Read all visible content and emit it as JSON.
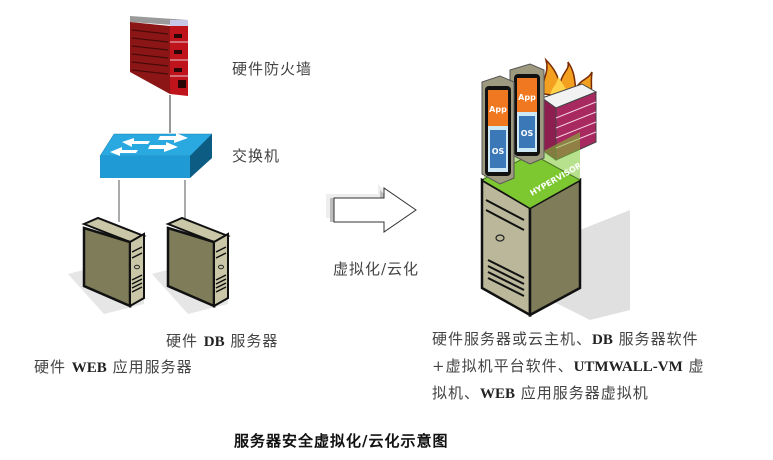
{
  "diagram": {
    "title": "服务器安全虚拟化/云化示意图",
    "left": {
      "firewall_label": "硬件防火墙",
      "switch_label": "交换机",
      "db_server_label": {
        "prefix": "硬件 ",
        "emph": "DB",
        "suffix": " 服务器"
      },
      "web_server_label": {
        "prefix": "硬件 ",
        "emph": "WEB",
        "suffix": " 应用服务器"
      }
    },
    "transition": {
      "label": "虚拟化/云化"
    },
    "right": {
      "vm_cards": [
        {
          "app": "App",
          "os": "OS"
        },
        {
          "app": "App",
          "os": "OS"
        }
      ],
      "hypervisor_label": "HYPERVISOR",
      "description_lines": [
        [
          {
            "t": "硬件服务器或云主机、"
          },
          {
            "t": "DB",
            "b": true
          },
          {
            "t": " 服务器软件"
          }
        ],
        [
          {
            "t": "+虚拟机平台软件、"
          },
          {
            "t": "UTMWALL-VM",
            "b": true
          },
          {
            "t": " 虚"
          }
        ],
        [
          {
            "t": "拟机、"
          },
          {
            "t": "WEB",
            "b": true
          },
          {
            "t": " 应用服务器虚拟机"
          }
        ]
      ]
    },
    "colors": {
      "firewall_red": "#b01c1c",
      "switch_blue": "#1e9fd8",
      "server_body": "#8b8866",
      "hypervisor_green": "#7dc832",
      "app_orange": "#f07820",
      "os_blue": "#3a78b8"
    }
  }
}
